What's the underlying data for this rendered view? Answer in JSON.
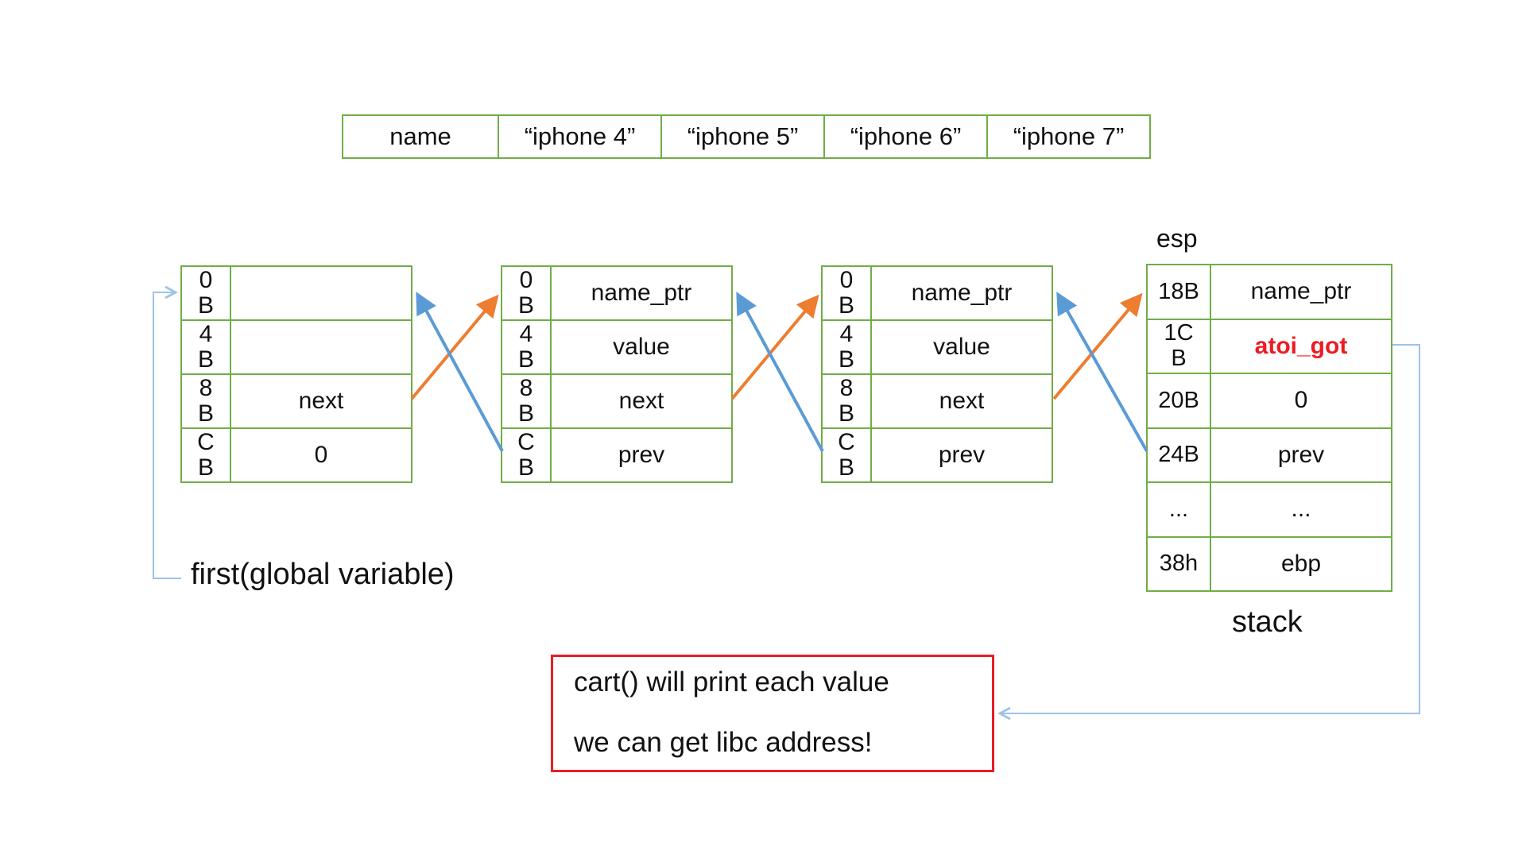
{
  "colors": {
    "green": "#70AD47",
    "orange": "#ED7D31",
    "blue": "#5B9BD5",
    "light_blue": "#9DC3E6",
    "red": "#ED1C24"
  },
  "name_table": {
    "cells": [
      "name",
      "“iphone 4”",
      "“iphone 5”",
      "“iphone 6”",
      "“iphone 7”"
    ]
  },
  "nodes": [
    {
      "rows": [
        {
          "offset": "0\nB",
          "value": ""
        },
        {
          "offset": "4\nB",
          "value": ""
        },
        {
          "offset": "8\nB",
          "value": "next"
        },
        {
          "offset": "C\nB",
          "value": "0"
        }
      ]
    },
    {
      "rows": [
        {
          "offset": "0\nB",
          "value": "name_ptr"
        },
        {
          "offset": "4\nB",
          "value": "value"
        },
        {
          "offset": "8\nB",
          "value": "next"
        },
        {
          "offset": "C\nB",
          "value": "prev"
        }
      ]
    },
    {
      "rows": [
        {
          "offset": "0\nB",
          "value": "name_ptr"
        },
        {
          "offset": "4\nB",
          "value": "value"
        },
        {
          "offset": "8\nB",
          "value": "next"
        },
        {
          "offset": "C\nB",
          "value": "prev"
        }
      ]
    }
  ],
  "stack_block": {
    "register_label": "esp",
    "caption": "stack",
    "rows": [
      {
        "offset": "18B",
        "value": "name_ptr"
      },
      {
        "offset": "1C\nB",
        "value": "atoi_got"
      },
      {
        "offset": "20B",
        "value": "0"
      },
      {
        "offset": "24B",
        "value": "prev"
      },
      {
        "offset": "...",
        "value": "..."
      },
      {
        "offset": "38h",
        "value": "ebp"
      }
    ]
  },
  "first_pointer_label": "first(global variable)",
  "note_box": {
    "lines": [
      "cart() will print each value",
      "we can get libc address!"
    ]
  }
}
